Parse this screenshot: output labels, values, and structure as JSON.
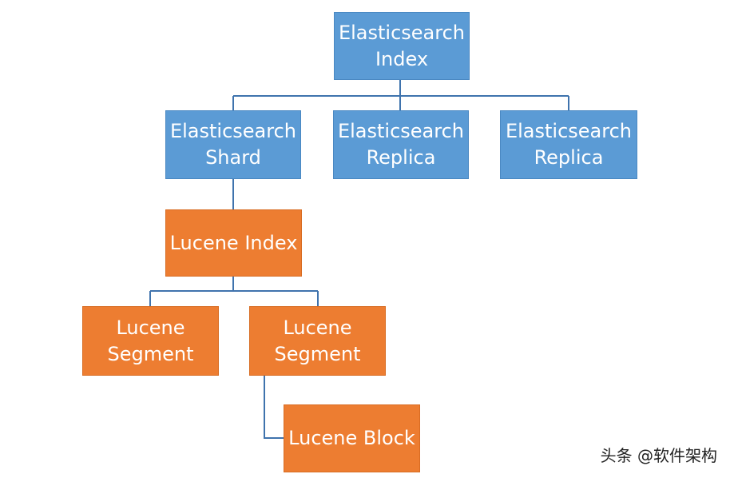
{
  "diagram": {
    "nodes": {
      "es_index": "Elasticsearch\nIndex",
      "es_shard": "Elasticsearch\nShard",
      "es_replica_1": "Elasticsearch\nReplica",
      "es_replica_2": "Elasticsearch\nReplica",
      "lucene_index": "Lucene Index",
      "lucene_segment_1": "Lucene\nSegment",
      "lucene_segment_2": "Lucene\nSegment",
      "lucene_block": "Lucene Block"
    },
    "colors": {
      "blue": "#5b9bd5",
      "orange": "#ed7d31",
      "connector": "#3f73ad"
    },
    "watermark": "头条 @软件架构"
  }
}
